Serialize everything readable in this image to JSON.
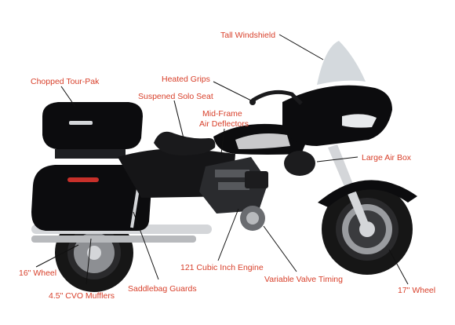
{
  "colors": {
    "label_text": "#d8402b",
    "leader_line": "#111111",
    "paint_black": "#0c0c0e",
    "paint_silver": "#c9c9cb",
    "chrome": "#d4d6d9",
    "tire": "#161616"
  },
  "callouts": [
    {
      "id": "tall-windshield",
      "text": "Tall Windshield"
    },
    {
      "id": "heated-grips",
      "text": "Heated Grips"
    },
    {
      "id": "chopped-tour-pak",
      "text": "Chopped Tour-Pak"
    },
    {
      "id": "suspened-solo-seat",
      "text": "Suspened Solo Seat"
    },
    {
      "id": "mid-frame-air-deflectors-1",
      "text": "Mid-Frame"
    },
    {
      "id": "mid-frame-air-deflectors-2",
      "text": "Air Deflectors"
    },
    {
      "id": "large-air-box",
      "text": "Large Air Box"
    },
    {
      "id": "16-wheel",
      "text": "16\" Wheel"
    },
    {
      "id": "121-cubic-inch-engine",
      "text": "121 Cubic Inch Engine"
    },
    {
      "id": "variable-valve-timing",
      "text": "Variable Valve Timing"
    },
    {
      "id": "cvo-mufflers",
      "text": "4.5\" CVO Mufflers"
    },
    {
      "id": "saddlebag-guards",
      "text": "Saddlebag Guards"
    },
    {
      "id": "17-wheel",
      "text": "17\" Wheel"
    }
  ]
}
